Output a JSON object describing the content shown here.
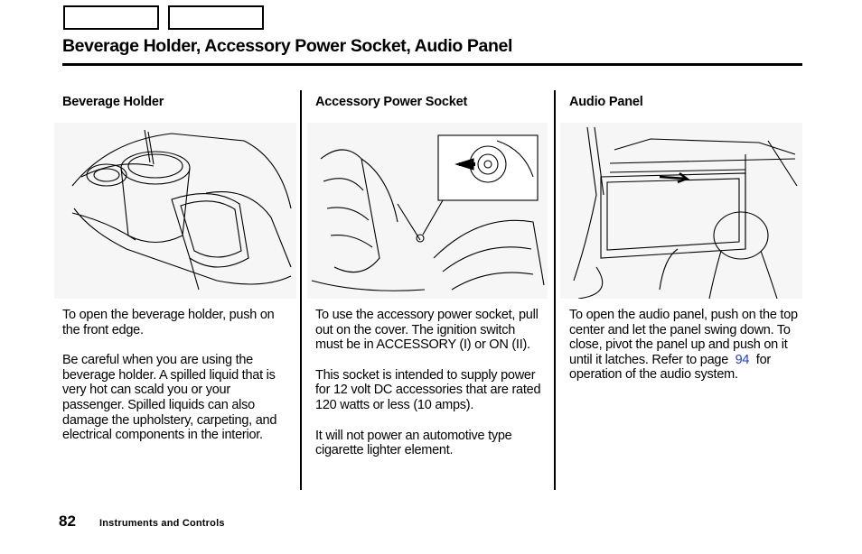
{
  "page": {
    "title": "Beverage Holder, Accessory Power Socket, Audio Panel",
    "number": "82",
    "section": "Instruments and Controls"
  },
  "columns": [
    {
      "heading": "Beverage Holder",
      "paragraphs": [
        "To open the beverage holder, push on the front edge.",
        "Be careful when you are using the beverage holder. A spilled liquid that is very hot can scald you or your passenger. Spilled liquids can also damage the upholstery, carpeting, and electrical components in the interior."
      ]
    },
    {
      "heading": "Accessory Power Socket",
      "paragraphs": [
        "To use the accessory power socket, pull out on the cover. The ignition switch must be in ACCESSORY (I) or ON (II).",
        "This socket is intended to supply power for 12 volt DC accessories that are rated 120 watts or less (10 amps).",
        "It will not power an automotive type cigarette lighter element."
      ]
    },
    {
      "heading": "Audio Panel",
      "para_before_link": "To open the audio panel, push on the top center and let the panel swing down. To close, pivot the panel up and push on it until it latches. Refer to page",
      "link_text": "94",
      "para_after_link": "for operation of the audio system."
    }
  ],
  "colors": {
    "link": "#1f3fbf",
    "rule": "#000000"
  }
}
